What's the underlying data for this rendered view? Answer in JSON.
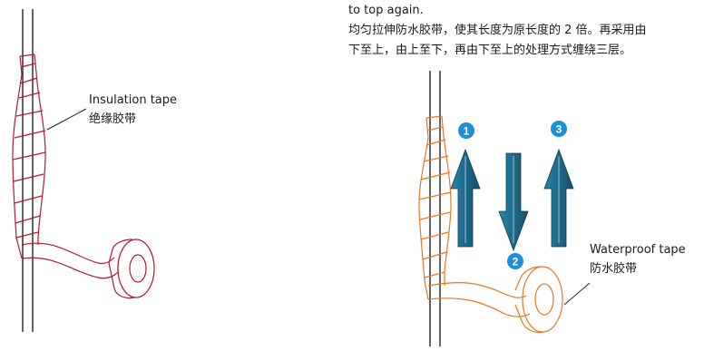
{
  "left_figure": {
    "label_en": "Insulation tape",
    "label_zh": "绝缘胶带",
    "tape_color": "#b01c2e"
  },
  "right_figure": {
    "instructions": [
      "to top again.",
      "均匀拉伸防水胶带，使其长度为原长度的 2 倍。再采用由",
      "下至上，由上至下，再由下至上的处理方式缠绕三层。"
    ],
    "label_en": "Waterproof tape",
    "label_zh": "防水胶带",
    "tape_color": "#e87722",
    "arrow_color": "#1e6b8c",
    "badge_color": "#1e8fd6",
    "steps": [
      "1",
      "2",
      "3"
    ]
  }
}
